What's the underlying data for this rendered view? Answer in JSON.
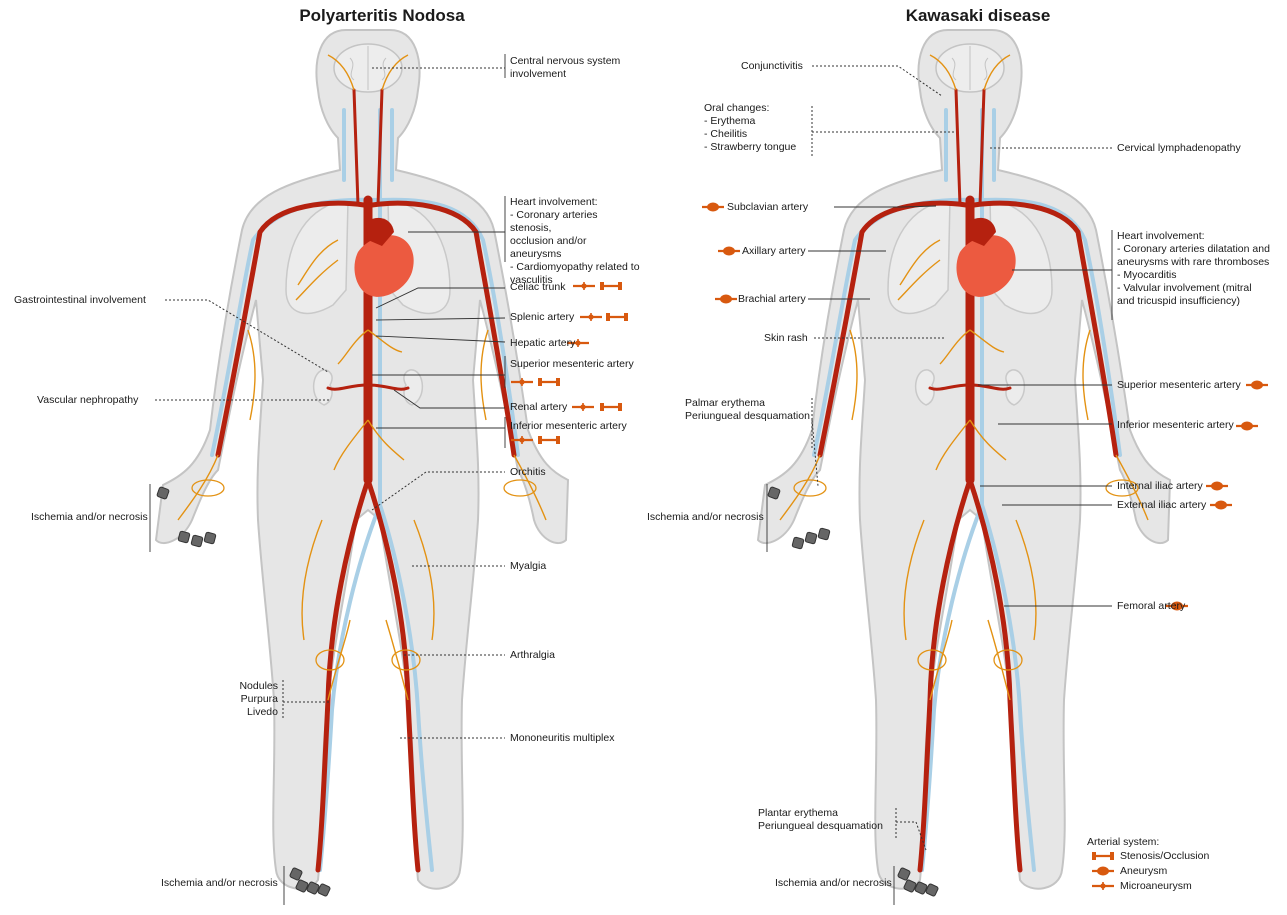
{
  "left": {
    "title": "Polyarteritis Nodosa",
    "labels": {
      "cns": "Central nervous system\ninvolvement",
      "heart": "Heart involvement:\n- Coronary arteries stenosis,\nocclusion and/or aneurysms\n- Cardiomyopathy related to\nvasculitis",
      "celiac": "Celiac trunk",
      "splenic": "Splenic artery",
      "hepatic": "Hepatic artery",
      "sma": "Superior mesenteric artery",
      "renal": "Renal artery",
      "ima": "Inferior mesenteric artery",
      "orchitis": "Orchitis",
      "myalgia": "Myalgia",
      "arthralgia": "Arthralgia",
      "mononeuritis": "Mononeuritis multiplex",
      "gi": "Gastrointestinal involvement",
      "nephropathy": "Vascular nephropathy",
      "ischemia_hand": "Ischemia and/or necrosis",
      "skin": "Nodules\nPurpura\nLivedo",
      "ischemia_foot": "Ischemia and/or necrosis"
    }
  },
  "right": {
    "title": "Kawasaki disease",
    "labels": {
      "conjunctivitis": "Conjunctivitis",
      "oral": "Oral changes:\n- Erythema\n- Cheilitis\n- Strawberry tongue",
      "cervical": "Cervical lymphadenopathy",
      "subclavian": "Subclavian artery",
      "axillary": "Axillary artery",
      "brachial": "Brachial artery",
      "heart": "Heart involvement:\n- Coronary arteries dilatation and\naneurysms with rare thromboses\n- Myocarditis\n- Valvular involvement (mitral\nand tricuspid insufficiency)",
      "skin_rash": "Skin rash",
      "sma": "Superior mesenteric artery",
      "ima": "Inferior mesenteric artery",
      "palmar": "Palmar erythema\nPeriungueal desquamation",
      "internal_iliac": "Internal iliac artery",
      "external_iliac": "External iliac artery",
      "ischemia_hand": "Ischemia and/or necrosis",
      "femoral": "Femoral artery",
      "plantar": "Plantar erythema\nPeriungueal desquamation",
      "ischemia_foot": "Ischemia and/or necrosis"
    }
  },
  "legend": {
    "title": "Arterial system:",
    "items": [
      {
        "label": "Stenosis/Occlusion",
        "symbol": "stenosis-icon"
      },
      {
        "label": "Aneurysm",
        "symbol": "aneurysm-icon"
      },
      {
        "label": "Microaneurysm",
        "symbol": "microaneurysm-icon"
      }
    ]
  },
  "colors": {
    "body_fill": "#e6e6e6",
    "body_outline": "#c4c4c4",
    "vein": "#a9cfe6",
    "aorta": "#b5210f",
    "branch": "#e39213",
    "heart": "#ec5a40",
    "symbol": "#d8590f",
    "lesion": "#666666"
  }
}
